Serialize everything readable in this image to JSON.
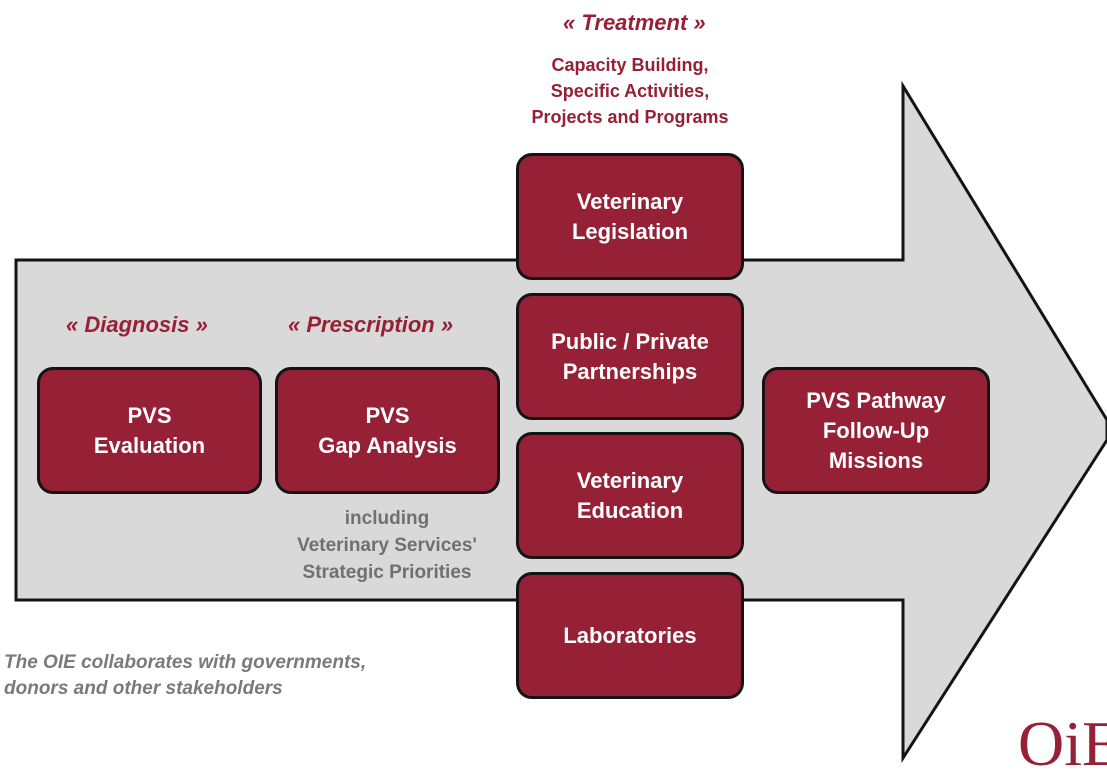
{
  "colors": {
    "box_fill": "#962035",
    "box_border": "#141414",
    "heading_text": "#962035",
    "arrow_fill": "#d9d9d9",
    "arrow_stroke": "#141414",
    "note_text": "#7a7a7a"
  },
  "headings": {
    "treatment": "« Treatment »",
    "diagnosis": "« Diagnosis »",
    "prescription": "« Prescription »"
  },
  "treatment_sub": "Capacity Building,\nSpecific Activities,\nProjects and Programs",
  "boxes": {
    "pvs_evaluation": "PVS\nEvaluation",
    "gap_analysis": "PVS\nGap Analysis",
    "vet_legislation": "Veterinary\nLegislation",
    "public_private": "Public / Private\nPartnerships",
    "vet_education": "Veterinary\nEducation",
    "laboratories": "Laboratories",
    "follow_up": "PVS Pathway\nFollow-Up\nMissions"
  },
  "including_note": "including\nVeterinary Services'\nStrategic Priorities",
  "collaboration_note": "The OIE collaborates with governments,\ndonors and other stakeholders",
  "logo": {
    "icon": "oie-logo-icon",
    "text": "OiE"
  }
}
